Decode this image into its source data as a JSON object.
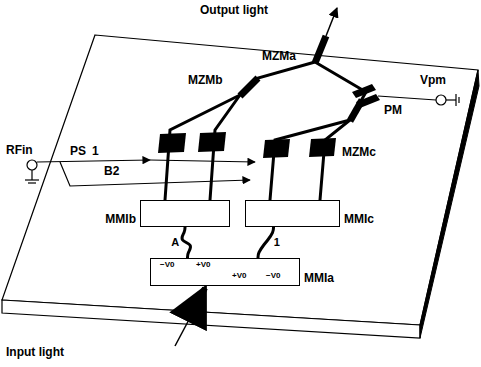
{
  "diagram": {
    "nodes": [
      {
        "text": [
          "MMIa"
        ]
      },
      {
        "text": [
          "MMIb"
        ]
      },
      {
        "text": [
          "MMIc"
        ]
      }
    ],
    "edges": [
      {
        "from": 0,
        "to": 1,
        "arrow": "none",
        "label": "A"
      },
      {
        "from": 0,
        "to": 2,
        "arrow": "none",
        "label": "1"
      }
    ],
    "labels": [
      "Output light",
      "MZMa",
      "Vpm",
      "PM",
      "MZMb",
      "RFin",
      "PS",
      "1",
      "B2",
      "MZMc",
      "−V0",
      "+V0",
      "+V0",
      "−V0",
      "Input light"
    ]
  }
}
